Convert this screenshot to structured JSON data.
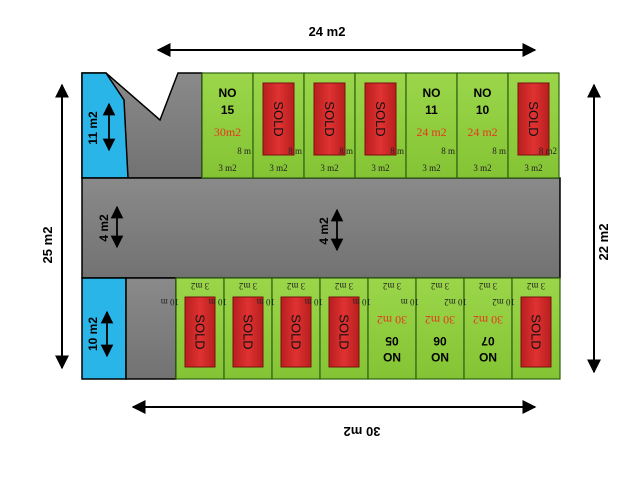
{
  "dimensions": {
    "top": "24 m2",
    "bottom": "30 m2",
    "left": "25 m2",
    "right": "22 m2",
    "road": "4 m2",
    "blue_top": "11 m2",
    "blue_bottom": "10 m2"
  },
  "sold_label": "SOLD",
  "colors": {
    "plot_green": "#8fcf3c",
    "road_gray": "#7f7f7f",
    "blue_area": "#29b5e8",
    "sold_red": "#d42a2a",
    "area_red": "#e8381c"
  },
  "top_row": [
    {
      "no": "NO",
      "num": "15",
      "area": "30m2",
      "front": "3 m2",
      "side": "8 m",
      "sold": false
    },
    {
      "no": "",
      "num": "",
      "area": "",
      "front": "3 m2",
      "side": "8 m",
      "sold": true
    },
    {
      "no": "",
      "num": "",
      "area": "",
      "front": "3 m2",
      "side": "8 m",
      "sold": true
    },
    {
      "no": "",
      "num": "",
      "area": "",
      "front": "3 m2",
      "side": "8 m",
      "sold": true
    },
    {
      "no": "NO",
      "num": "11",
      "area": "24 m2",
      "front": "3 m2",
      "side": "8 m",
      "sold": false
    },
    {
      "no": "NO",
      "num": "10",
      "area": "24 m2",
      "front": "3 m2",
      "side": "8 m",
      "sold": false
    },
    {
      "no": "",
      "num": "",
      "area": "",
      "front": "3 m2",
      "side": "8 m2",
      "sold": true
    }
  ],
  "bottom_row": [
    {
      "no": "",
      "num": "",
      "area": "",
      "front": "3 m2",
      "side": "10 m",
      "sold": true
    },
    {
      "no": "",
      "num": "",
      "area": "",
      "front": "3 m2",
      "side": "10 m",
      "sold": true
    },
    {
      "no": "",
      "num": "",
      "area": "",
      "front": "3 m2",
      "side": "10 m",
      "sold": true
    },
    {
      "no": "",
      "num": "",
      "area": "",
      "front": "3 m2",
      "side": "10 m",
      "sold": true
    },
    {
      "no": "NO",
      "num": "05",
      "area": "30 m2",
      "front": "3 m2",
      "side": "10 m",
      "sold": false
    },
    {
      "no": "NO",
      "num": "06",
      "area": "30 m2",
      "front": "3 m2",
      "side": "10 m",
      "sold": false
    },
    {
      "no": "NO",
      "num": "07",
      "area": "30 m2",
      "front": "3 m2",
      "side": "10 m2",
      "sold": false
    },
    {
      "no": "",
      "num": "",
      "area": "",
      "front": "3 m2",
      "side": "10 m2",
      "sold": true
    }
  ]
}
